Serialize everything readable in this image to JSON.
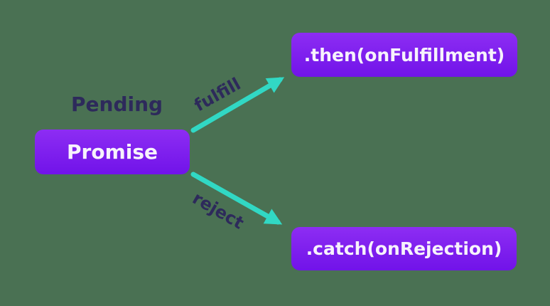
{
  "diagram": {
    "title": "Promise flow diagram",
    "nodes": {
      "promise": {
        "label": "Promise"
      },
      "then": {
        "label": ".then(onFulfillment)"
      },
      "catch": {
        "label": ".catch(onRejection)"
      }
    },
    "labels": {
      "pending": "Pending",
      "fulfill": "fulfill",
      "reject": "reject"
    }
  },
  "colors": {
    "background": "#4a7153",
    "node_gradient_top": "#8d2df3",
    "node_gradient_bottom": "#7113e9",
    "node_text": "#f7f2fc",
    "label_text": "#2d2a5b",
    "arrow": "#31d8c4"
  }
}
